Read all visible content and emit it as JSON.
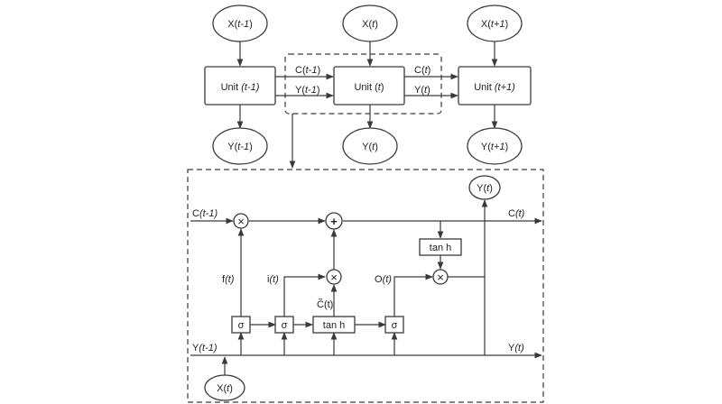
{
  "top": {
    "inputs": [
      {
        "pre": "X(",
        "var": "t-1",
        "post": ")"
      },
      {
        "pre": "X(",
        "var": "t",
        "post": ")"
      },
      {
        "pre": "X(",
        "var": "t+1",
        "post": ")"
      }
    ],
    "units": [
      {
        "pre": "Unit ",
        "var": "(t-1)",
        "post": ""
      },
      {
        "pre": "Unit (",
        "var": "t",
        "post": ")"
      },
      {
        "pre": "Unit ",
        "var": "(t+1)",
        "post": ""
      }
    ],
    "outputs": [
      {
        "pre": "Y(",
        "var": "t-1",
        "post": ")"
      },
      {
        "pre": "Y(",
        "var": "t",
        "post": ")"
      },
      {
        "pre": "Y(",
        "var": "t+1",
        "post": ")"
      }
    ],
    "links": [
      {
        "pre": "C(",
        "var": "t-1",
        "post": ")"
      },
      {
        "pre": "Y(",
        "var": "t-1",
        "post": ")"
      },
      {
        "pre": "C(",
        "var": "t",
        "post": ")"
      },
      {
        "pre": "Y(",
        "var": "t",
        "post": ")"
      }
    ]
  },
  "cell": {
    "c_in": {
      "pre": "C",
      "var": "(t-1)",
      "post": ""
    },
    "c_out": {
      "pre": "C",
      "var": "(t)",
      "post": ""
    },
    "y_in": {
      "pre": "Y",
      "var": "(t-1)",
      "post": ""
    },
    "y_out": {
      "pre": "Y",
      "var": "(t)",
      "post": ""
    },
    "y_top": {
      "pre": "Y(",
      "var": "t",
      "post": ")"
    },
    "x_in": {
      "pre": "X(",
      "var": "t",
      "post": ")"
    },
    "gate_labels": {
      "f": {
        "pre": "f",
        "var": "(t)",
        "post": ""
      },
      "i": {
        "pre": "i",
        "var": "(t)",
        "post": ""
      },
      "o": {
        "pre": "O",
        "var": "(t)",
        "post": ""
      },
      "c_tilde": "C̃(t)"
    },
    "sigma": "σ",
    "tanh": "tan h",
    "multiply": "×",
    "add": "+"
  }
}
